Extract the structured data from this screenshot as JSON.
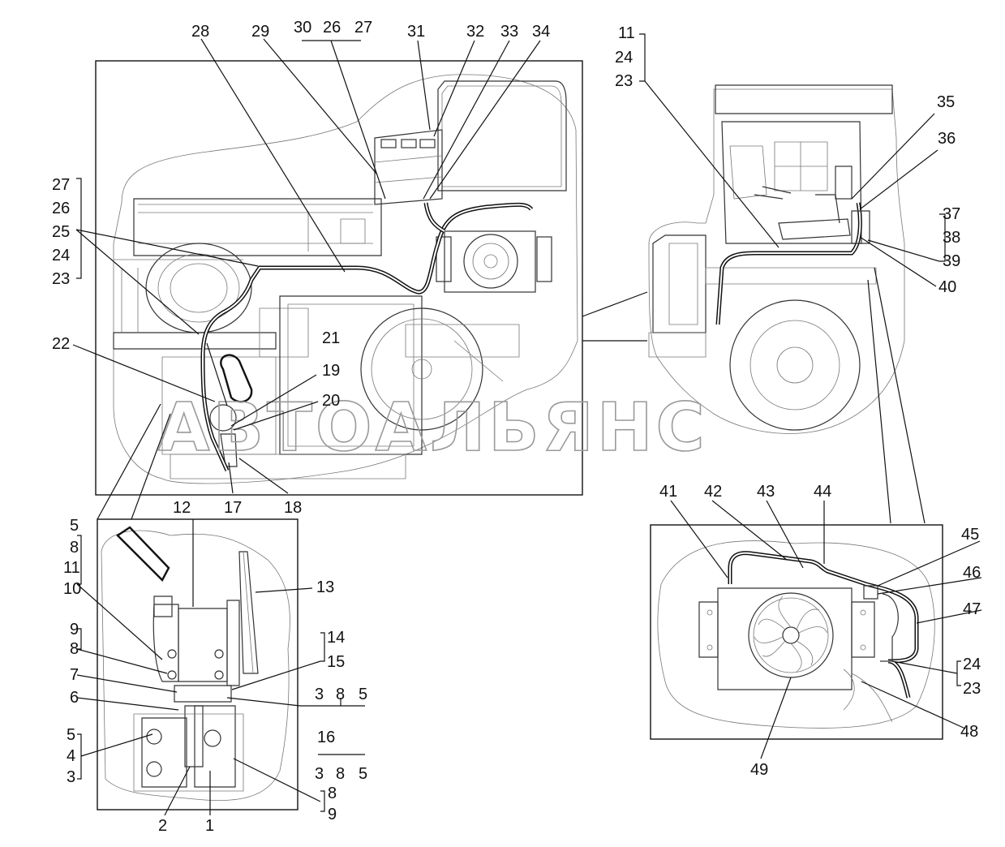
{
  "watermark": "АВТОАЛЬЯНС",
  "labels": {
    "l1": "1",
    "l2": "2",
    "l3a": "3",
    "l3b": "3",
    "l3c": "3",
    "l4": "4",
    "l5a": "5",
    "l5b": "5",
    "l5c": "5",
    "l5d": "5",
    "l6": "6",
    "l7": "7",
    "l8a": "8",
    "l8b": "8",
    "l8c": "8",
    "l8d": "8",
    "l8e": "8",
    "l9a": "9",
    "l9b": "9",
    "l10": "10",
    "l11a": "11",
    "l11b": "11",
    "l12": "12",
    "l13": "13",
    "l14": "14",
    "l15": "15",
    "l16": "16",
    "l17": "17",
    "l18": "18",
    "l19": "19",
    "l20": "20",
    "l21": "21",
    "l22": "22",
    "l23a": "23",
    "l23b": "23",
    "l23c": "23",
    "l24a": "24",
    "l24b": "24",
    "l24c": "24",
    "l25": "25",
    "l26a": "26",
    "l26b": "26",
    "l27a": "27",
    "l27b": "27",
    "l28": "28",
    "l29": "29",
    "l30": "30",
    "l31": "31",
    "l32": "32",
    "l33": "33",
    "l34": "34",
    "l35": "35",
    "l36": "36",
    "l37": "37",
    "l38": "38",
    "l39": "39",
    "l40": "40",
    "l41": "41",
    "l42": "42",
    "l43": "43",
    "l44": "44",
    "l45": "45",
    "l46": "46",
    "l47": "47",
    "l48": "48",
    "l49": "49"
  }
}
